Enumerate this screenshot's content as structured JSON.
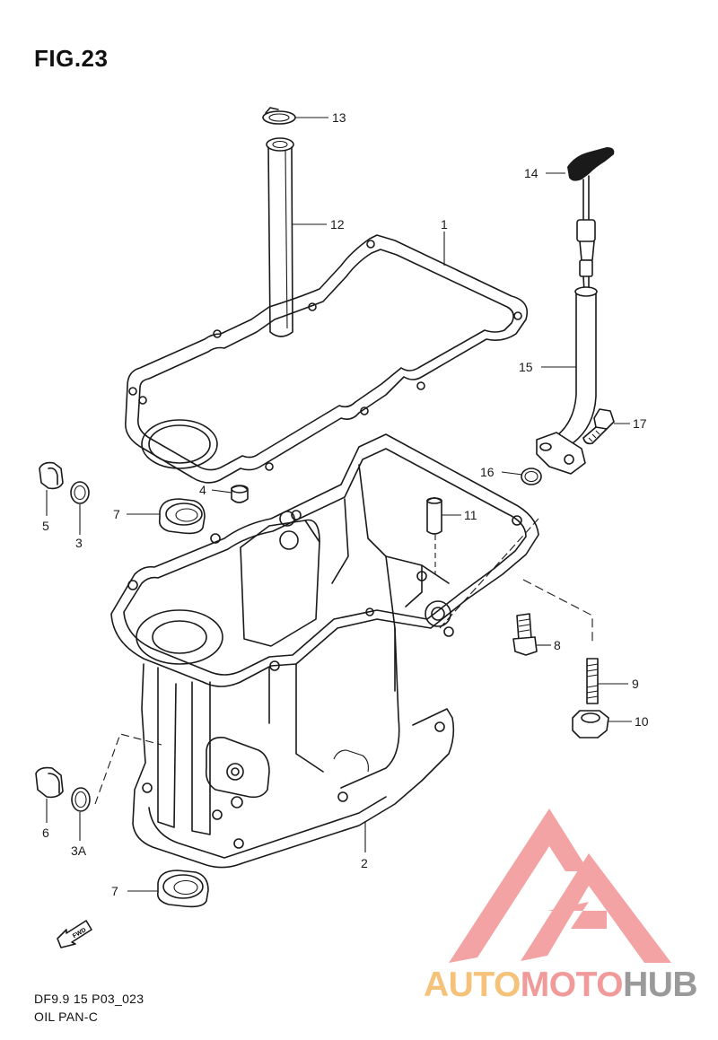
{
  "figure": {
    "title": "FIG.23",
    "code": "DF9.9 15 P03_023",
    "name": "OIL PAN-C"
  },
  "callouts": [
    {
      "id": "c13",
      "label": "13",
      "part": "hose-clip"
    },
    {
      "id": "c12",
      "label": "12",
      "part": "drain-tube"
    },
    {
      "id": "c1",
      "label": "1",
      "part": "oil-pan-gasket"
    },
    {
      "id": "c14",
      "label": "14",
      "part": "oil-level-gauge"
    },
    {
      "id": "c15",
      "label": "15",
      "part": "oil-level-guide"
    },
    {
      "id": "c17",
      "label": "17",
      "part": "guide-bolt"
    },
    {
      "id": "c16",
      "label": "16",
      "part": "o-ring"
    },
    {
      "id": "c4",
      "label": "4",
      "part": "plug"
    },
    {
      "id": "c7a",
      "label": "7",
      "part": "oil-seal-upper"
    },
    {
      "id": "c5",
      "label": "5",
      "part": "drain-plug"
    },
    {
      "id": "c3",
      "label": "3",
      "part": "gasket"
    },
    {
      "id": "c11",
      "label": "11",
      "part": "dowel-pin"
    },
    {
      "id": "c8",
      "label": "8",
      "part": "bolt"
    },
    {
      "id": "c9",
      "label": "9",
      "part": "stud"
    },
    {
      "id": "c10",
      "label": "10",
      "part": "nut"
    },
    {
      "id": "c6",
      "label": "6",
      "part": "drain-plug-lower"
    },
    {
      "id": "c3a",
      "label": "3A",
      "part": "gasket-lower"
    },
    {
      "id": "c2",
      "label": "2",
      "part": "oil-pan"
    },
    {
      "id": "c7b",
      "label": "7",
      "part": "oil-seal-lower"
    }
  ],
  "fwd_arrow": {
    "label": "FWD"
  },
  "watermark": {
    "part1": "AUTO",
    "part2": "MOTO",
    "part3": "HUB",
    "colors": {
      "auto": "#f5c27a",
      "moto": "#f09a9a",
      "hub": "#9a9a9a",
      "logo": "#f08a8a"
    }
  }
}
